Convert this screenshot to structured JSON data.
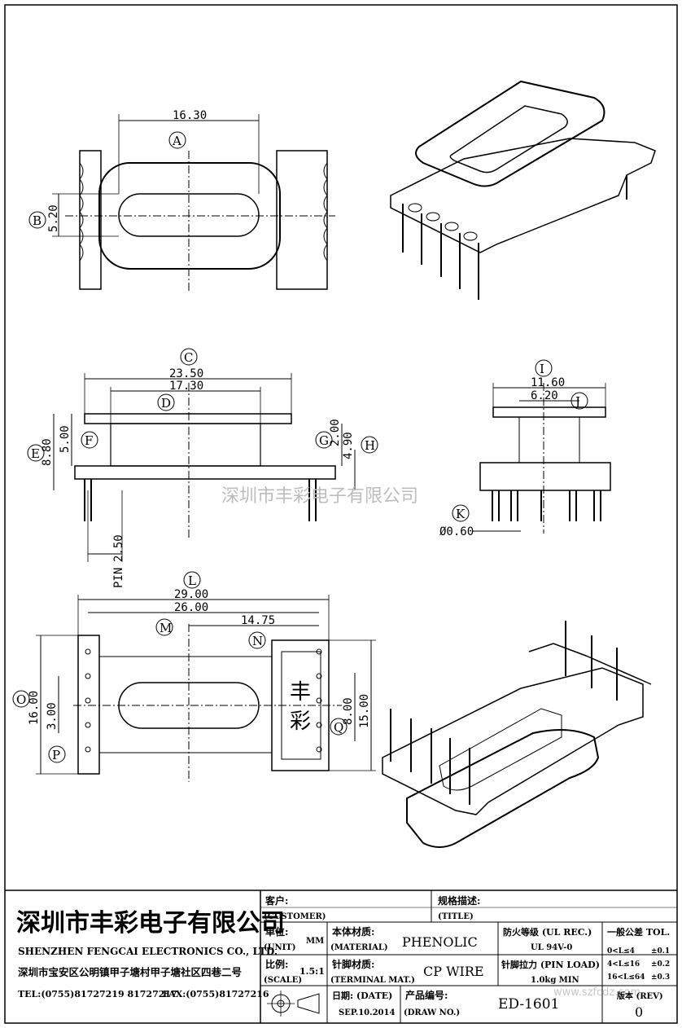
{
  "company": {
    "name_cn": "深圳市丰彩电子有限公司",
    "name_en": "SHENZHEN FENGCAI ELECTRONICS CO., LTD.",
    "address": "深圳市宝安区公明镇甲子塘村甲子塘社区四巷二号",
    "tel": "TEL:(0755)81727219  81727217",
    "fax": "FAX:(0755)81727216"
  },
  "watermark": "深圳市丰彩电子有限公司",
  "title_block": {
    "customer_cn": "客户:",
    "customer_en": "(CUSTOMER)",
    "spec_cn": "规格描述:",
    "spec_en": "(TITLE)",
    "unit_cn": "单位:",
    "unit_en": "(UNIT)",
    "unit_value": "MM",
    "material_cn": "本体材质:",
    "material_en": "(MATERIAL)",
    "material_value": "PHENOLIC",
    "ul_label": "防火等级 (UL REC.)",
    "ul_value": "UL 94V-0",
    "tol_label": "一般公差 TOL.",
    "tolerances": [
      {
        "range": "0<L≤4",
        "value": "±0.1"
      },
      {
        "range": "4<L≤16",
        "value": "±0.2"
      },
      {
        "range": "16<L≤64",
        "value": "±0.3"
      }
    ],
    "scale_cn": "比例:",
    "scale_en": "(SCALE)",
    "scale_value": "1.5:1",
    "terminal_cn": "针脚材质:",
    "terminal_en": "(TERMINAL MAT.)",
    "terminal_value": "CP WIRE",
    "pinload_label": "针脚拉力 (PIN LOAD)",
    "pinload_value": "1.0kg MIN",
    "date_label": "日期: (DATE)",
    "date_value": "SEP.10.2014",
    "drawno_cn": "产品编号:",
    "drawno_en": "(DRAW NO.)",
    "drawno_value": "ED-1601",
    "rev_label": "版本 (REV)",
    "rev_value": "0",
    "site_watermark": "www.szfcdz.com"
  },
  "dimensions": {
    "top_view": {
      "A": "16.30",
      "B": "5.20"
    },
    "front_view": {
      "C": "23.50",
      "D": "17.30",
      "E": "8.80",
      "F": "5.00",
      "G": "2.00",
      "H": "4.90",
      "pin_pitch": "PIN",
      "pin_pitch_value": "2.50"
    },
    "side_view": {
      "I": "11.60",
      "J": "6.20",
      "K": "Ø0.60"
    },
    "bottom_view": {
      "L": "29.00",
      "M": "26.00",
      "N": "14.75",
      "O": "16.00",
      "P": "3.00",
      "Q1": "8.00",
      "Q2": "15.00",
      "mark1": "丰",
      "mark2": "彩"
    }
  },
  "balloons": [
    "A",
    "B",
    "C",
    "D",
    "E",
    "F",
    "G",
    "H",
    "I",
    "J",
    "K",
    "L",
    "M",
    "N",
    "O",
    "P",
    "Q"
  ]
}
